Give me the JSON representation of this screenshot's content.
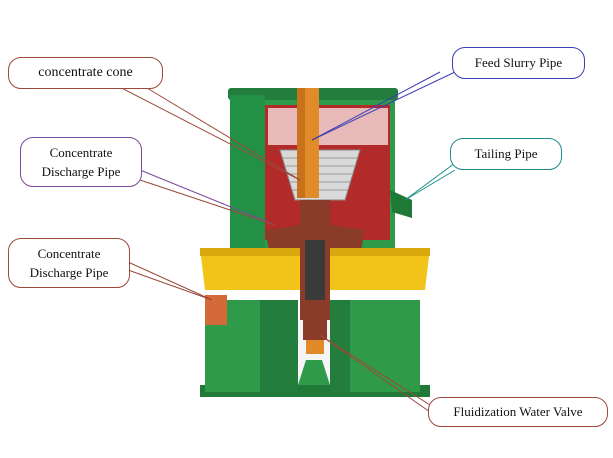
{
  "labels": {
    "concentrate_cone": "concentrate cone",
    "feed_slurry_pipe": "Feed Slurry Pipe",
    "tailing_pipe": "Tailing Pipe",
    "concentrate_discharge_upper_line1": "Concentrate",
    "concentrate_discharge_upper_line2": "Discharge Pipe",
    "concentrate_discharge_lower_line1": "Concentrate",
    "concentrate_discharge_lower_line2": "Discharge Pipe",
    "fluidization_water_valve": "Fluidization Water Valve"
  },
  "colors": {
    "machine_green": "#2e9a4a",
    "machine_green_dark": "#1f7a38",
    "belt_yellow": "#f2c419",
    "rotor_brown": "#8a3b2a",
    "feed_pipe_orange": "#e08a2a",
    "cone_grey": "#d9d9d9",
    "pink_panel": "#e7b9b9"
  }
}
